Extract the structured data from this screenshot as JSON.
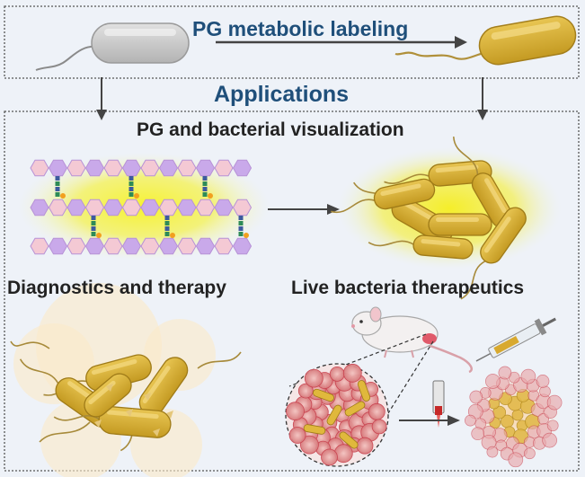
{
  "header": {
    "title": "PG metabolic labeling"
  },
  "section": {
    "title": "Applications"
  },
  "panels": {
    "visualization": "PG and bacterial visualization",
    "diagnostics": "Diagnostics and therapy",
    "live": "Live bacteria therapeutics"
  },
  "colors": {
    "background": "#eef2f8",
    "title_blue": "#1f4f7a",
    "bacteria_gold": "#d4ac32",
    "bacteria_grey": "#c9c9c9",
    "glow_yellow": "#f7f230",
    "hex_pink": "#f4c9d4",
    "hex_purple": "#c9a9ea",
    "tissue_red": "#c9424f"
  },
  "icons": [
    "grey-bacterium-icon",
    "gold-bacterium-icon",
    "mouse-icon",
    "syringe-icon",
    "laser-icon",
    "tumor-icon"
  ]
}
